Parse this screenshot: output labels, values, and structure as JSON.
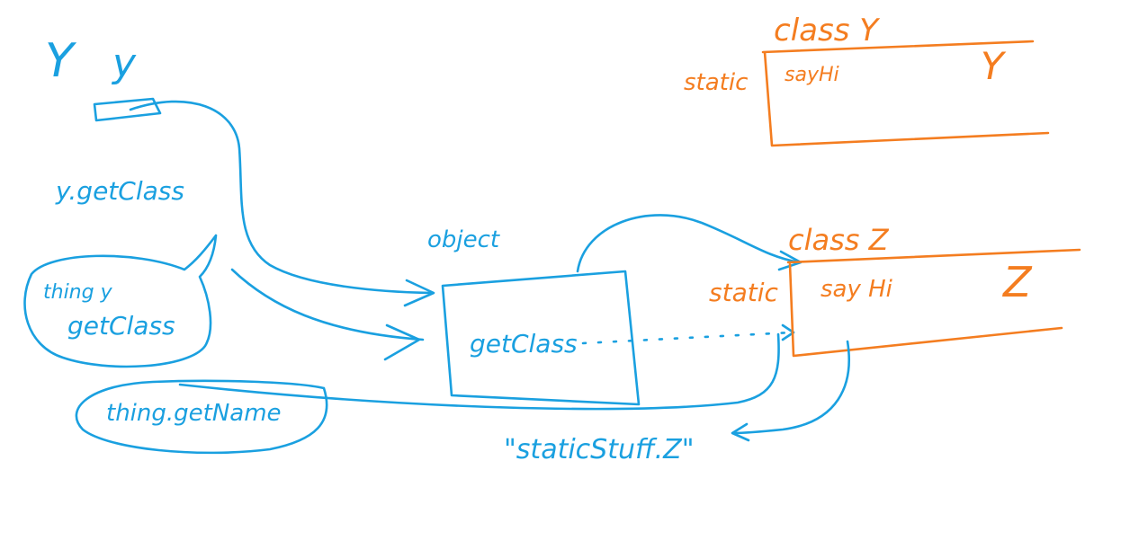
{
  "colors": {
    "blue": "#1aa0e0",
    "orange": "#f47d20",
    "background": "#ffffff"
  },
  "left": {
    "declaration_type": "Y",
    "declaration_var": "y",
    "call_get_class": "y.getClass",
    "bubble_get_class": [
      "thing y",
      "getClass"
    ],
    "bubble_get_name": "thing.getName"
  },
  "object": {
    "label": "object",
    "method": "getClass"
  },
  "class_y": {
    "header": "class Y",
    "modifier": "static",
    "method": "sayHi",
    "name": "Y"
  },
  "class_z": {
    "header": "class Z",
    "modifier": "static",
    "method": "say Hi",
    "name": "Z"
  },
  "result_string": "\"staticStuff.Z\""
}
